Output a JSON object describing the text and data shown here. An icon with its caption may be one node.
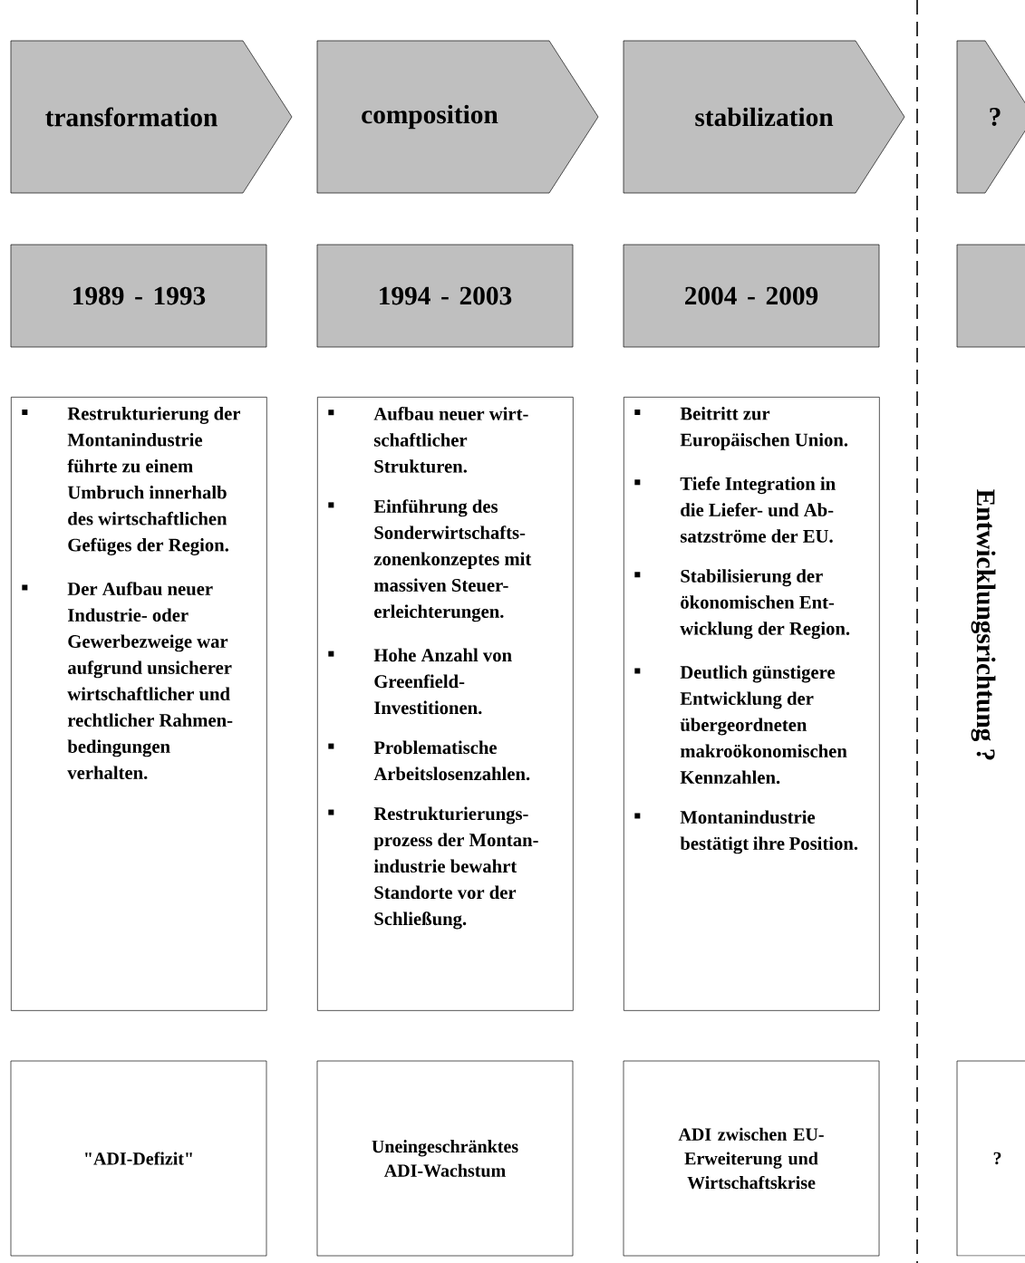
{
  "diagram": {
    "nodes": [
      {
        "text": [
          "transformation"
        ]
      },
      {
        "text": [
          "composition"
        ]
      },
      {
        "text": [
          "stabilization"
        ]
      },
      {
        "text": [
          "?"
        ]
      },
      {
        "text": [
          "1989 - 1993"
        ]
      },
      {
        "text": [
          "1994 - 2003"
        ]
      },
      {
        "text": [
          "2004 - 2009"
        ]
      },
      {
        "text": [],
        "shape": "box"
      },
      {
        "text": [
          "Restrukturierung der Montanindustrie führte zu einem Umbruch innerhalb des wirtschaftlichen Gefüges der Region.",
          "Der Aufbau neuer Industrie- oder Gewerbezweige war aufgrund unsicherer wirtschaftlicher und rechtlicher Rahmen- bedingungen verhalten."
        ]
      },
      {
        "text": [
          "Aufbau neuer wirt- schaftlicher Strukturen.",
          "Einführung des Sonderwirtschafts- zonenkonzeptes mit massiven Steuer- erleichterungen.",
          "Hohe Anzahl von Greenfield- Investitionen.",
          "Problematische Arbeitslosenzahlen.",
          "Restrukturierungs- prozess der Montan- industrie bewahrt Standorte vor der Schließung."
        ]
      },
      {
        "text": [
          "Beitritt zur Europäischen Union.",
          "Tiefe Integration in die Liefer- und Ab- satzströme der EU.",
          "Stabilisierung der ökonomischen Ent- wicklung der Region.",
          "Deutlich günstigere Entwicklung der übergeordneten makroökonomischen Kennzahlen.",
          "Montanindustrie bestätigt ihre Position."
        ]
      },
      {
        "text": [
          "\"ADI-Defizit\""
        ]
      },
      {
        "text": [
          "Uneingeschränktes ADI-Wachstum"
        ]
      },
      {
        "text": [
          "ADI zwischen EU-Erweiterung und Wirtschaftskrise"
        ]
      },
      {
        "text": [
          "?"
        ]
      }
    ],
    "labels": [
      "Entwicklungsrichtung ?"
    ]
  }
}
